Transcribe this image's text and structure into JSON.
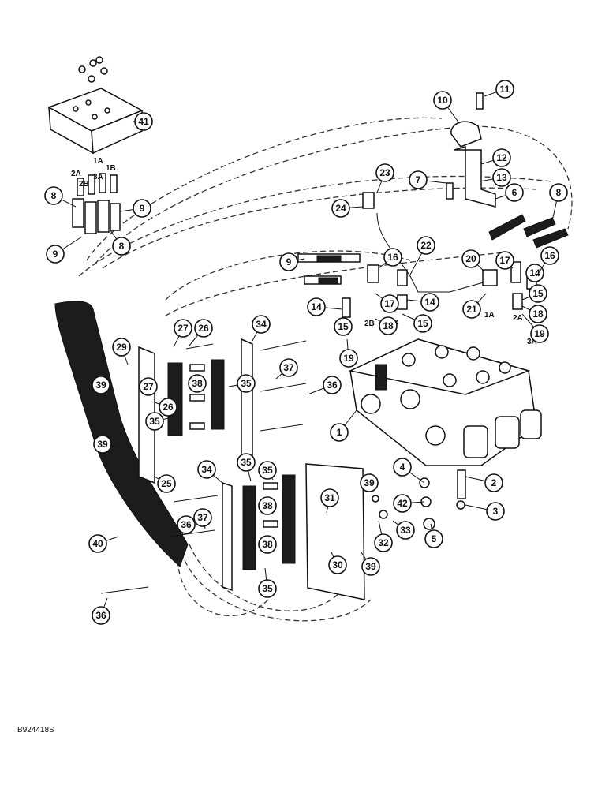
{
  "drawing_number": "B924418S",
  "port_labels": [
    "1A",
    "1B",
    "2A",
    "2B",
    "3A",
    "3B"
  ],
  "callouts": [
    "1",
    "2",
    "3",
    "4",
    "5",
    "6",
    "7",
    "8",
    "9",
    "10",
    "11",
    "12",
    "13",
    "14",
    "15",
    "16",
    "17",
    "18",
    "19",
    "20",
    "21",
    "22",
    "23",
    "24",
    "25",
    "26",
    "27",
    "29",
    "30",
    "31",
    "32",
    "33",
    "34",
    "35",
    "36",
    "37",
    "38",
    "39",
    "40",
    "41",
    "42"
  ]
}
